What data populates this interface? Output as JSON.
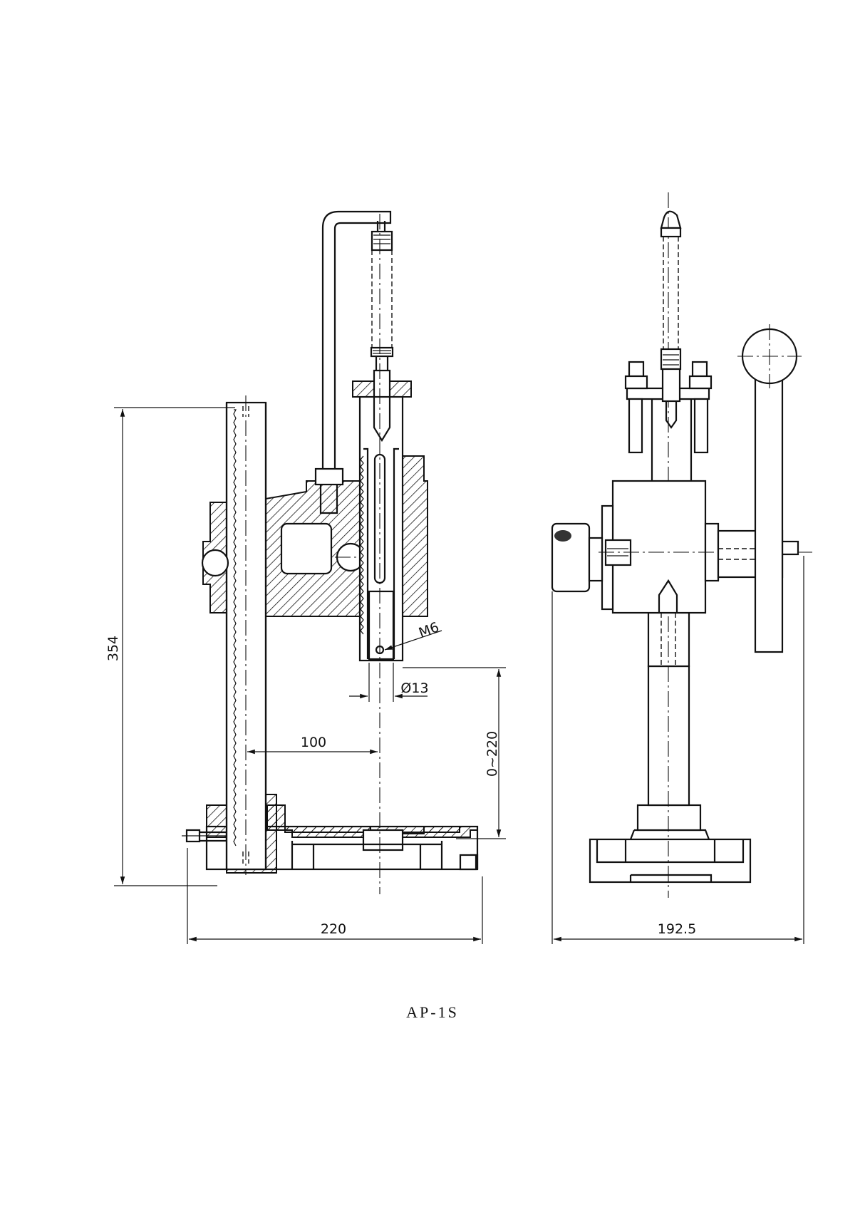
{
  "model": "AP-1S",
  "dimensions": {
    "total_height": "354",
    "base_width_side": "220",
    "base_width_front": "192.5",
    "throat_depth": "100",
    "stroke_range": "0~220",
    "ram_diameter": "Ø13",
    "thread": "M6"
  }
}
